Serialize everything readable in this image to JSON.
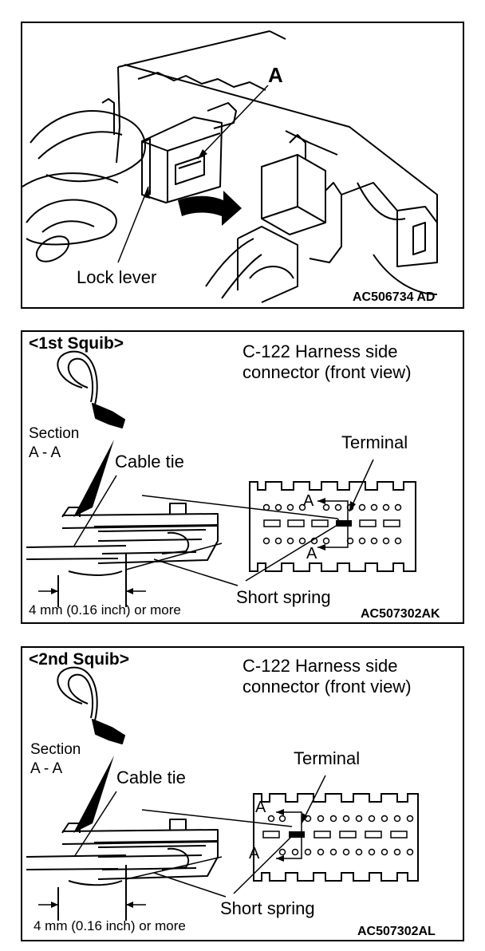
{
  "panel1": {
    "callout_letter": "A",
    "lock_lever": "Lock lever",
    "code": "AC506734 AD"
  },
  "panel2": {
    "title": "<1st Squib>",
    "header_line1": "C-122 Harness side",
    "header_line2": "connector (front view)",
    "section_line1": "Section",
    "section_line2": "A - A",
    "cable_tie": "Cable tie",
    "terminal": "Terminal",
    "section_mark_top": "A",
    "section_mark_bottom": "A",
    "short_spring": "Short spring",
    "dimension": "4 mm (0.16 inch) or more",
    "code": "AC507302AK"
  },
  "panel3": {
    "title": "<2nd Squib>",
    "header_line1": "C-122 Harness side",
    "header_line2": "connector (front view)",
    "section_line1": "Section",
    "section_line2": "A - A",
    "cable_tie": "Cable tie",
    "terminal": "Terminal",
    "section_mark_top": "A",
    "section_mark_bottom": "A",
    "short_spring": "Short spring",
    "dimension": "4 mm (0.16 inch) or more",
    "code": "AC507302AL"
  }
}
